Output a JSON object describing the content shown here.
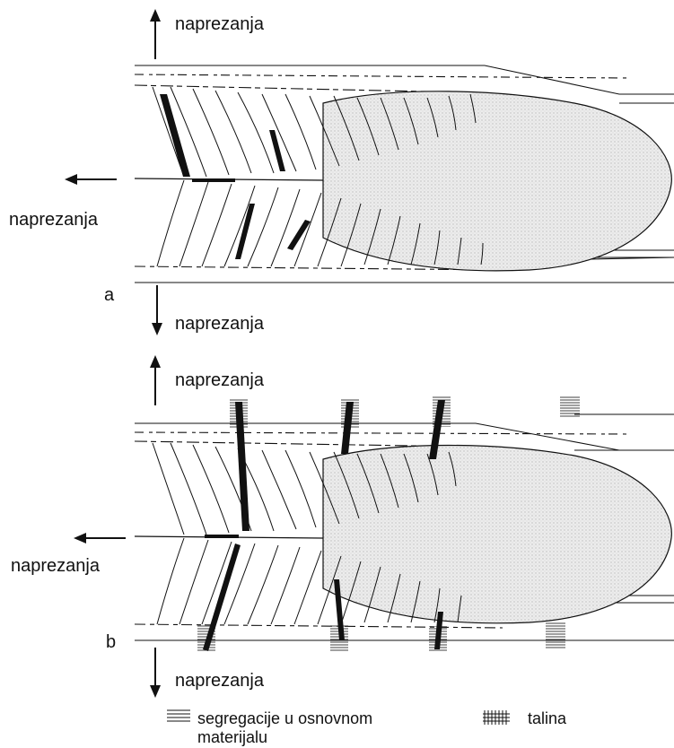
{
  "stress_label": "naprezanja",
  "panels": [
    {
      "letter": "a"
    },
    {
      "letter": "b"
    }
  ],
  "legend": {
    "segregation": "segregacije u osnovnom materijalu",
    "melt": "talina"
  },
  "colors": {
    "ink": "#111111",
    "weld_pool": "#e6e6e6",
    "base": "#ffffff"
  }
}
